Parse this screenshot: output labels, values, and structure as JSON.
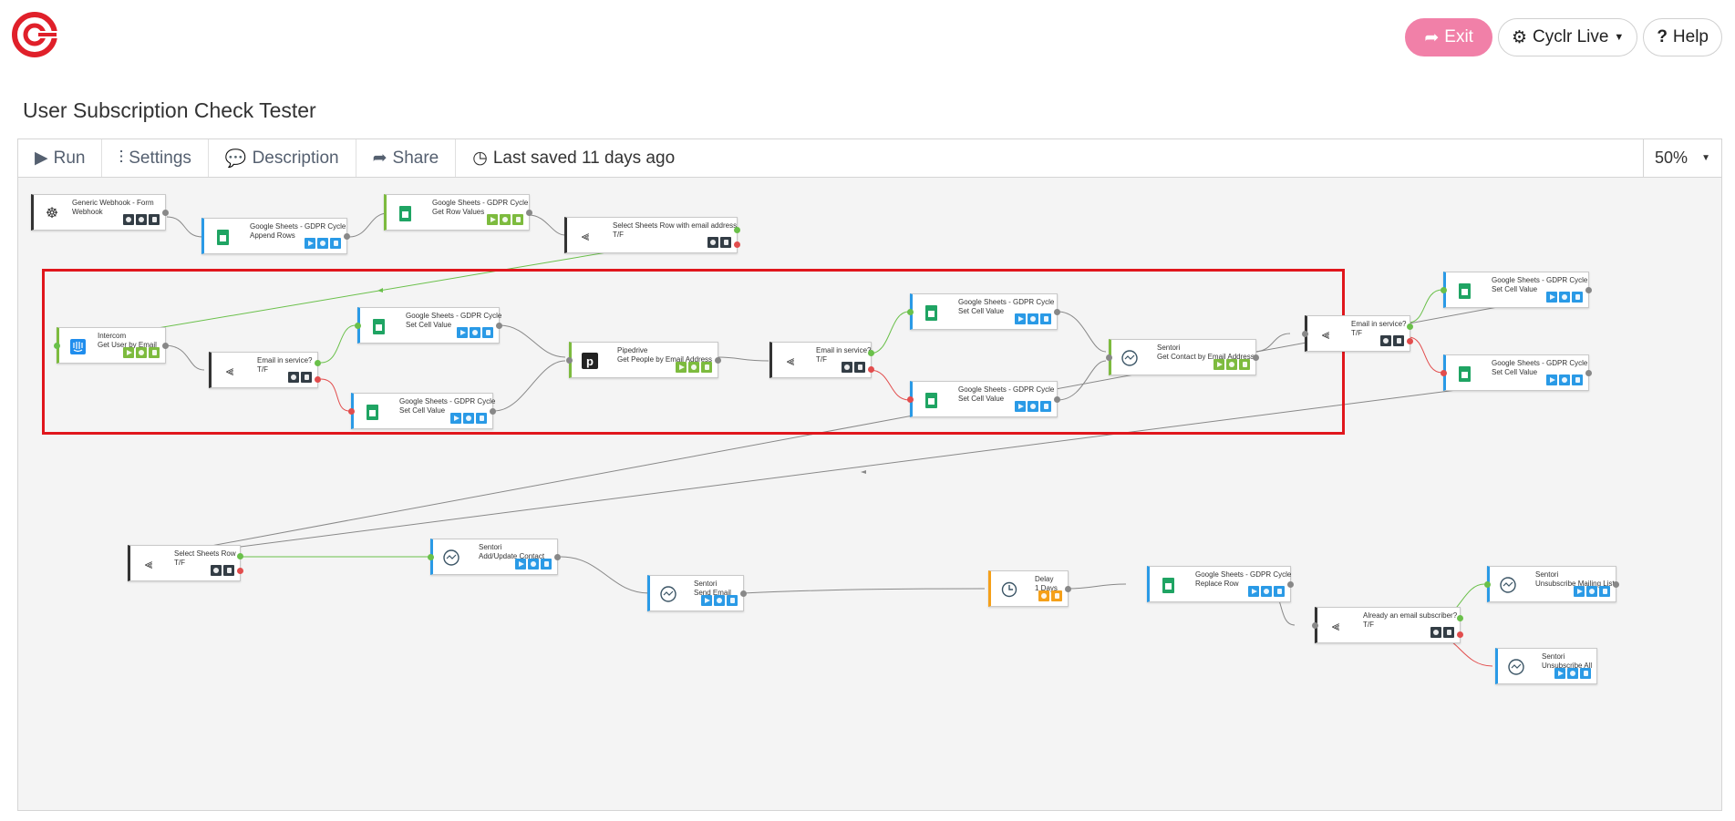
{
  "header": {
    "exit_label": "Exit",
    "env_label": "Cyclr Live",
    "help_label": "Help"
  },
  "page_title": "User Subscription Check Tester",
  "toolbar": {
    "run": "Run",
    "settings": "Settings",
    "description": "Description",
    "share": "Share",
    "saved": "Last saved 11 days ago",
    "zoom": "50%"
  },
  "steps": {
    "webhook": {
      "line1": "Generic Webhook - Form",
      "line2": "Webhook"
    },
    "append_rows": {
      "line1": "Google Sheets - GDPR Cycle",
      "line2": "Append Rows"
    },
    "get_row_values": {
      "line1": "Google Sheets - GDPR Cycle",
      "line2": "Get Row Values"
    },
    "select_row_email": {
      "line1": "Select Sheets Row with email address",
      "line2": "T/F"
    },
    "intercom": {
      "line1": "Intercom",
      "line2": "Get User by Email"
    },
    "email_service_1": {
      "line1": "Email in service?",
      "line2": "T/F"
    },
    "set_cell_1": {
      "line1": "Google Sheets - GDPR Cycle",
      "line2": "Set Cell Value"
    },
    "set_cell_2": {
      "line1": "Google Sheets - GDPR Cycle",
      "line2": "Set Cell Value"
    },
    "pipedrive": {
      "line1": "Pipedrive",
      "line2": "Get People by Email Address"
    },
    "email_service_2": {
      "line1": "Email in service?",
      "line2": "T/F"
    },
    "set_cell_3": {
      "line1": "Google Sheets - GDPR Cycle",
      "line2": "Set Cell Value"
    },
    "set_cell_4": {
      "line1": "Google Sheets - GDPR Cycle",
      "line2": "Set Cell Value"
    },
    "sentori_get": {
      "line1": "Sentori",
      "line2": "Get Contact by Email Address"
    },
    "email_service_3": {
      "line1": "Email in service?",
      "line2": "T/F"
    },
    "set_cell_5": {
      "line1": "Google Sheets - GDPR Cycle",
      "line2": "Set Cell Value"
    },
    "set_cell_6": {
      "line1": "Google Sheets - GDPR Cycle",
      "line2": "Set Cell Value"
    },
    "select_sheets_row": {
      "line1": "Select Sheets Row",
      "line2": "T/F"
    },
    "sentori_add": {
      "line1": "Sentori",
      "line2": "Add/Update Contact"
    },
    "sentori_send": {
      "line1": "Sentori",
      "line2": "Send Email"
    },
    "delay": {
      "line1": "Delay",
      "line2": "1 Days"
    },
    "replace_row": {
      "line1": "Google Sheets - GDPR Cycle",
      "line2": "Replace Row"
    },
    "already_sub": {
      "line1": "Already an email subscriber?",
      "line2": "T/F"
    },
    "unsub_list": {
      "line1": "Sentori",
      "line2": "Unsubscribe Mailing List"
    },
    "unsub_all": {
      "line1": "Sentori",
      "line2": "Unsubscribe All"
    }
  },
  "colors": {
    "accent": "#e0161c",
    "exit": "#f180a8",
    "sheets": "#1fa463",
    "true": "#6ac04a",
    "false": "#e24d4d",
    "delay": "#f5a019"
  }
}
